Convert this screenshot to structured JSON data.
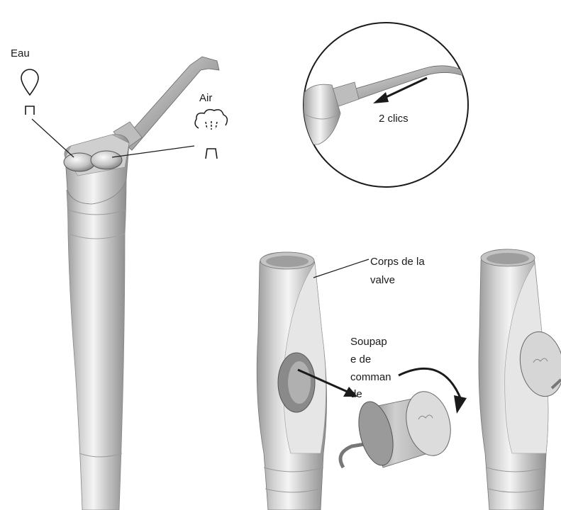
{
  "labels": {
    "water": "Eau",
    "air": "Air",
    "clicks": "2 clics",
    "valve_body_line1": "Corps de la",
    "valve_body_line2": "valve",
    "control_valve_line1": "Soupap",
    "control_valve_line2": "e de",
    "control_valve_line3": "comman",
    "control_valve_line4": "de"
  },
  "icons": {
    "water": "water-drop-icon",
    "air": "air-cloud-icon",
    "button": "button-press-icon"
  },
  "colors": {
    "metal_light": "#f2f2f2",
    "metal_mid": "#c8c8c8",
    "metal_dark": "#8f8f8f",
    "line": "#1a1a1a"
  }
}
